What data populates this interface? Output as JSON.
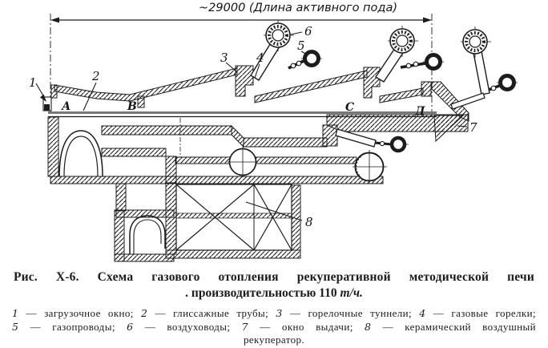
{
  "figure": {
    "dimension_label": "~29000 (Длина активного пода)",
    "zones": {
      "a": "А",
      "b": "В",
      "c": "С",
      "d": "Д"
    },
    "callouts": {
      "n1": "1",
      "n2": "2",
      "n3": "3",
      "n4": "4",
      "n5": "5",
      "n6": "6",
      "n7": "7",
      "n8": "8"
    }
  },
  "caption": {
    "line1": "Рис. Х-6. Схема газового отопления рекуперативной методической печи",
    "line2_prefix": ". производительностью 110 ",
    "line2_units": "т/ч."
  },
  "legend": {
    "items": [
      {
        "num": "1",
        "text": " — загрузочное окно; "
      },
      {
        "num": "2",
        "text": " — глиссажные трубы; "
      },
      {
        "num": "3",
        "text": " — горелочные туннели; "
      },
      {
        "num": "4",
        "text": " — газовые горелки; "
      },
      {
        "num": "5",
        "text": " — газопроводы; "
      },
      {
        "num": "6",
        "text": " — воздуховоды; "
      },
      {
        "num": "7",
        "text": " — окно выдачи; "
      },
      {
        "num": "8",
        "text": " — керамический воздушный рекуператор."
      }
    ]
  },
  "colors": {
    "ink": "#1c1c1c",
    "paper": "#ffffff",
    "hearth_gray": "#777777"
  }
}
